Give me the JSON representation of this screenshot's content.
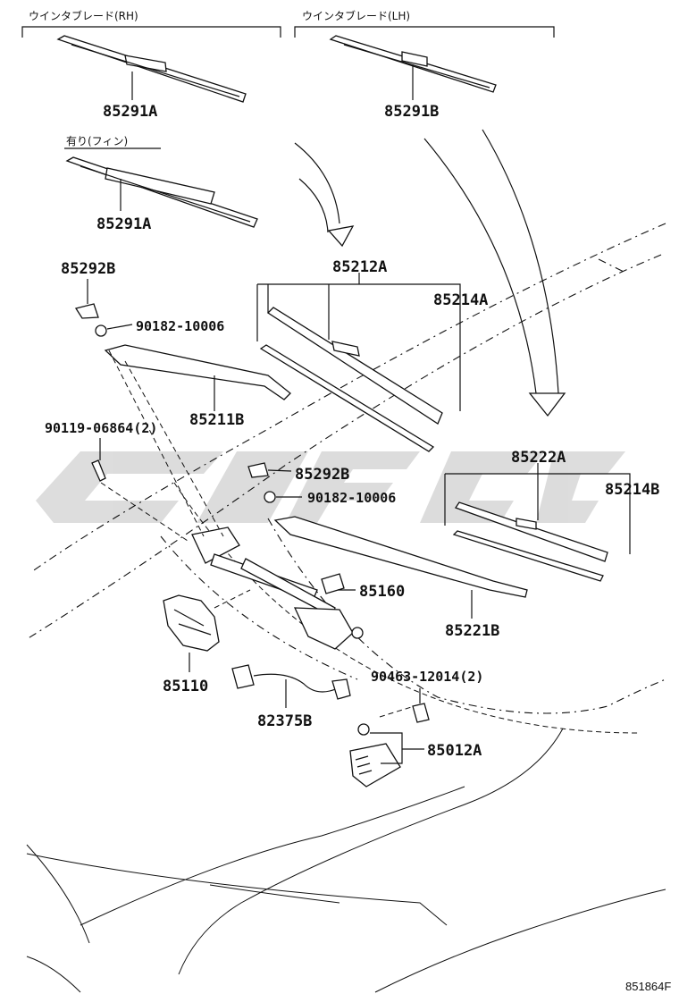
{
  "headers": {
    "rh": "ウインタブレード(RH)",
    "lh": "ウインタブレード(LH)",
    "fin": "有り(フィン)"
  },
  "parts": {
    "p1": "85291A",
    "p2": "85291B",
    "p3": "85291A",
    "p4": "85292B",
    "p5": "90182-10006",
    "p6": "85212A",
    "p7": "85214A",
    "p8": "85211B",
    "p9": "90119-06864(2)",
    "p10": "85292B",
    "p11": "90182-10006",
    "p12": "85222A",
    "p13": "85214B",
    "p14": "85160",
    "p15": "85221B",
    "p16": "85110",
    "p17": "90463-12014(2)",
    "p18": "82375B",
    "p19": "85012A"
  },
  "diagram_code": "851864F",
  "colors": {
    "line": "#111111",
    "watermark": "#d9d9d9"
  }
}
